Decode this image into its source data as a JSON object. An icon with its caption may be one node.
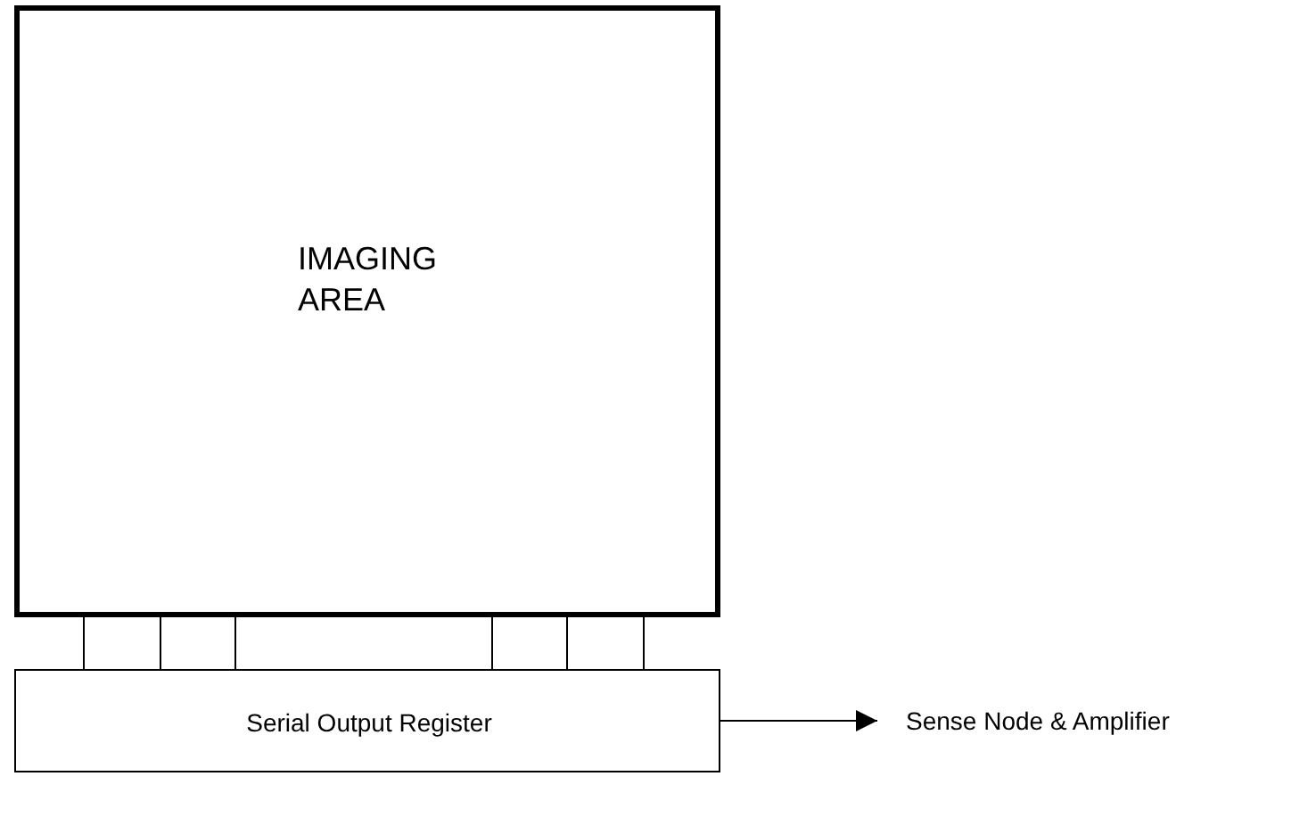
{
  "diagram": {
    "nodes": [
      {
        "text": [
          "IMAGING AREA"
        ]
      },
      {
        "text": [
          "Serial Output Register"
        ]
      },
      {
        "text": [
          "Sense Node & Amplifier"
        ]
      }
    ],
    "edges": [
      {
        "from": 0,
        "to": 1,
        "arrow": "none"
      },
      {
        "from": 0,
        "to": 1,
        "arrow": "none"
      },
      {
        "from": 0,
        "to": 1,
        "arrow": "none"
      },
      {
        "from": 0,
        "to": 1,
        "arrow": "none"
      },
      {
        "from": 0,
        "to": 1,
        "arrow": "none"
      },
      {
        "from": 0,
        "to": 1,
        "arrow": "none"
      },
      {
        "from": 1,
        "to": 2,
        "arrow": "to"
      }
    ]
  }
}
